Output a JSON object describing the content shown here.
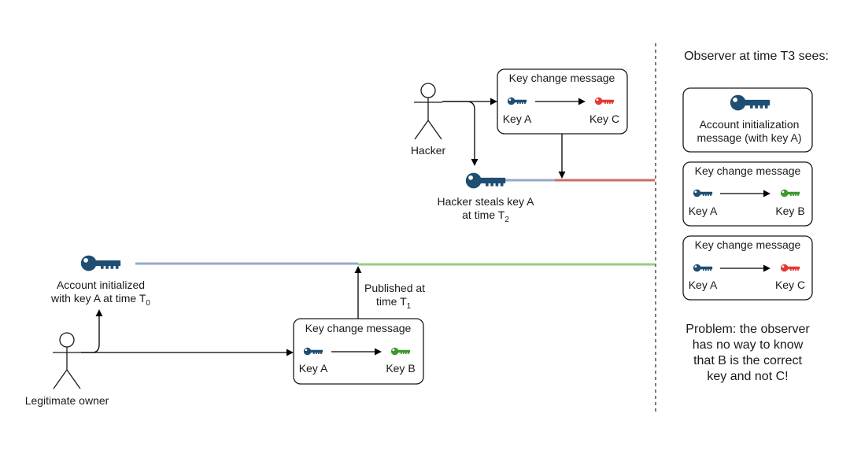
{
  "colors": {
    "key_a": "#1f4e73",
    "key_b": "#3c9b2c",
    "key_c": "#e53935",
    "line_blue": "#94aacc",
    "line_green": "#9ccb82",
    "line_red": "#cd6b62"
  },
  "icons": {
    "key": "key-icon"
  },
  "actors": {
    "owner": "Legitimate owner",
    "hacker": "Hacker"
  },
  "account_init": {
    "line1": "Account initialized",
    "line2_prefix": "with key A at time T",
    "line2_sub": "0"
  },
  "published": {
    "line1": "Published at",
    "line2_prefix": "time T",
    "line2_sub": "1"
  },
  "hacker_steals": {
    "line1": "Hacker steals key A",
    "line2_prefix": "at time T",
    "line2_sub": "2"
  },
  "messages": {
    "owner_message": {
      "title": "Key change message",
      "from": "Key A",
      "to": "Key B"
    },
    "hacker_message": {
      "title": "Key change message",
      "from": "Key A",
      "to": "Key C"
    }
  },
  "observer": {
    "heading": "Observer at time T3 sees:",
    "init_box": {
      "line1": "Account initialization",
      "line2": "message (with key A)"
    },
    "message_b": {
      "title": "Key change message",
      "from": "Key A",
      "to": "Key B"
    },
    "message_c": {
      "title": "Key change message",
      "from": "Key A",
      "to": "Key C"
    },
    "problem": [
      "Problem: the observer",
      "has no way to know",
      "that B is the correct",
      "key and not C!"
    ]
  }
}
